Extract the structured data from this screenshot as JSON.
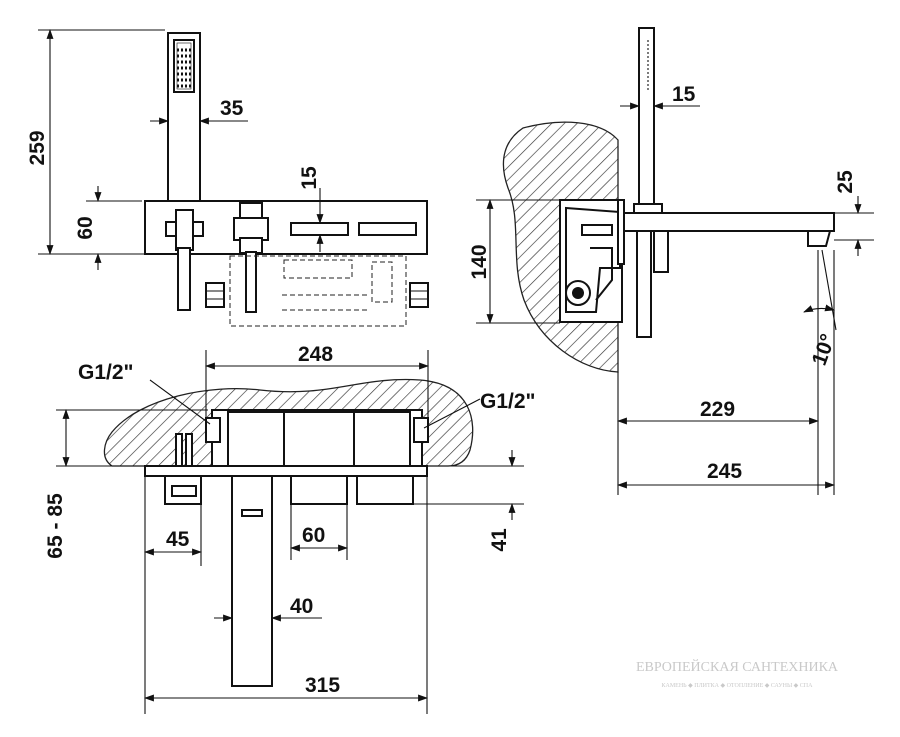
{
  "drawing": {
    "dimensions": {
      "handshower_height": "259",
      "handshower_width": "35",
      "plate_height": "60",
      "slot_height": "15",
      "side_wall_recess": "140",
      "side_handle_gap": "15",
      "spout_thickness": "25",
      "spout_angle": "10°",
      "side_projection": "229",
      "side_total": "245",
      "top_body_width": "248",
      "top_depth_range": "65 - 85",
      "top_handle_offset": "45",
      "top_knob_width": "60",
      "top_knob_depth": "41",
      "top_spout_width": "40",
      "top_total_width": "315"
    },
    "threads": {
      "left": "G1/2\"",
      "right": "G1/2\""
    }
  },
  "watermark": {
    "title": "ЕВРОПЕЙСКАЯ САНТЕХНИКА",
    "subtitle": "КАМЕНЬ ◆ ПЛИТКА ◆ ОТОПЛЕНИЕ ◆ САУНЫ ◆ СПА"
  }
}
